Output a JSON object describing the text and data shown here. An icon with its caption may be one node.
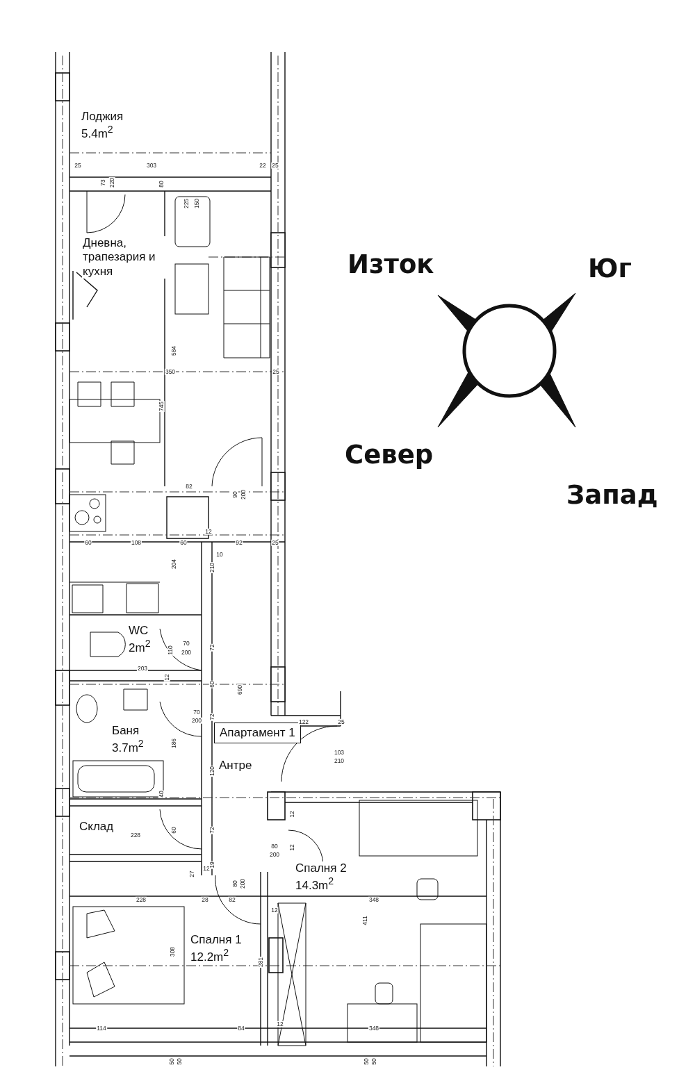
{
  "diagram": {
    "nodes": [
      {
        "text": [
          "Лоджия",
          "5.4m$^{2}$"
        ]
      },
      {
        "text": [
          "Дневна, трапезария и кухня"
        ]
      },
      {
        "text": [
          "WC",
          "2m$^{2}$"
        ]
      },
      {
        "text": [
          "Баня",
          "3.7m$^{2}$"
        ]
      },
      {
        "text": [
          "Апартамент 1"
        ]
      },
      {
        "text": [
          "Антре"
        ]
      },
      {
        "text": [
          "Склад"
        ]
      },
      {
        "text": [
          "Спалня 2",
          "14.3m$^{2}$"
        ]
      },
      {
        "text": [
          "Спалня 1",
          "12.2m$^{2}$"
        ]
      }
    ],
    "labels": [
      "Изток",
      "Юг",
      "Север",
      "Запад",
      "25",
      "303",
      "22",
      "25",
      "73",
      "220",
      "80",
      "225",
      "150",
      "584",
      "350",
      "25",
      "745",
      "82",
      "90",
      "200",
      "60",
      "108",
      "60",
      "12",
      "92",
      "25",
      "10",
      "204",
      "210",
      "70",
      "200",
      "110",
      "72",
      "203",
      "12",
      "60",
      "690",
      "70",
      "200",
      "72",
      "122",
      "25",
      "103",
      "210",
      "186",
      "120",
      "40",
      "12",
      "228",
      "60",
      "72",
      "80",
      "200",
      "12",
      "27",
      "12",
      "19",
      "80",
      "200",
      "228",
      "28",
      "82",
      "348",
      "308",
      "281",
      "411",
      "12",
      "114",
      "84",
      "12",
      "348",
      "50",
      "50",
      "50",
      "50"
    ]
  }
}
